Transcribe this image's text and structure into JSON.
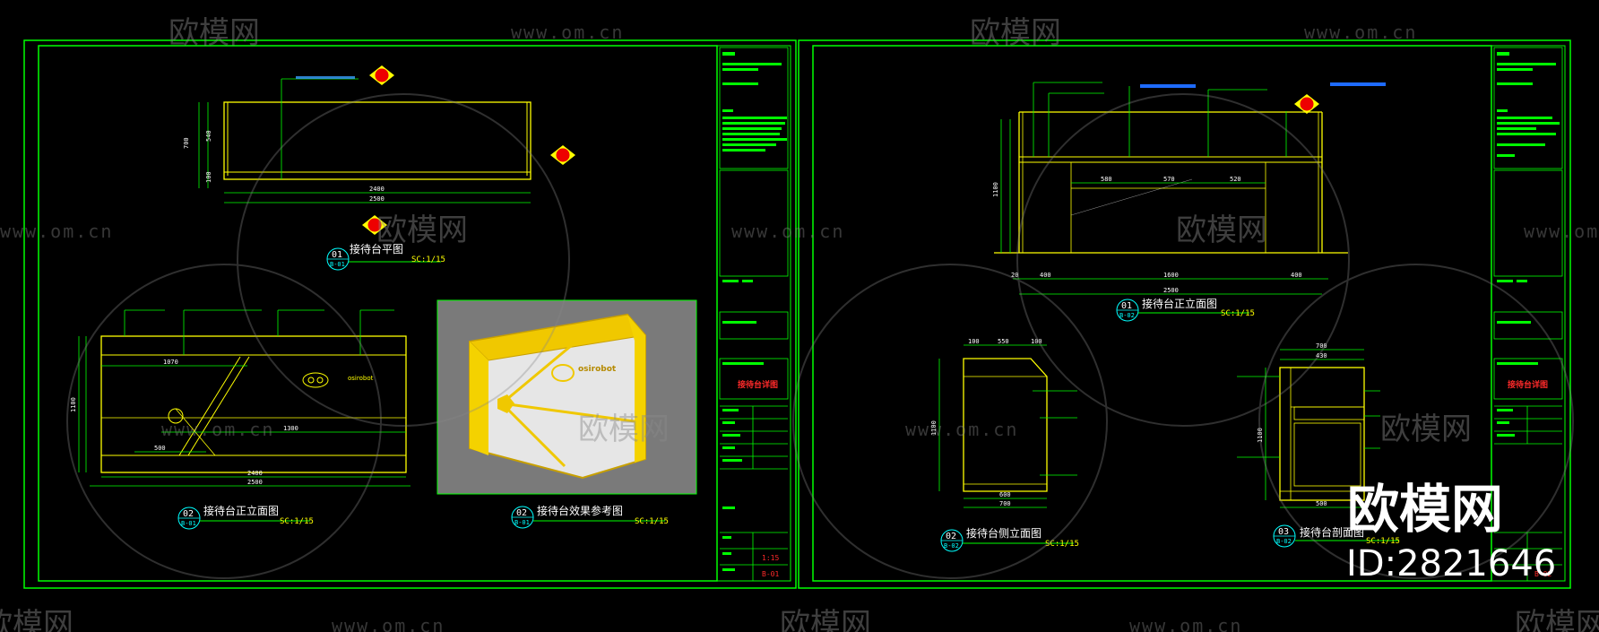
{
  "left_sheet": {
    "plan": {
      "title": "接待台平图",
      "number": "01",
      "ref": "B-01",
      "scale": "SC:1/15",
      "dims": {
        "d700": "700",
        "d540": "540",
        "d100": "100",
        "d2400": "2400",
        "d2500": "2500"
      }
    },
    "front_elevation": {
      "title": "接待台正立面图",
      "number": "02",
      "ref": "B-01",
      "scale": "SC:1/15",
      "dims": {
        "d1070": "1070",
        "d1300": "1300",
        "d500": "500",
        "d2400": "2400",
        "d2500": "2500",
        "d1100": "1100"
      }
    },
    "render": {
      "title": "接待台效果参考图",
      "number": "02",
      "ref": "B-01",
      "scale": "SC:1/15",
      "brand_text": "osirobot"
    },
    "title_block": {
      "drawing_name": "接待台详图",
      "scale_value": "1:15",
      "sheet_no": "B-01"
    }
  },
  "right_sheet": {
    "front_elevation": {
      "title": "接待台正立面图",
      "number": "01",
      "ref": "B-02",
      "scale": "SC:1/15",
      "dims": {
        "d400a": "400",
        "d1600": "1600",
        "d400b": "400",
        "d2500": "2500",
        "d580": "580",
        "d570": "570",
        "d520": "520",
        "d1100": "1100",
        "d20": "20"
      }
    },
    "side_elevation": {
      "title": "接待台侧立面图",
      "number": "02",
      "ref": "B-02",
      "scale": "SC:1/15",
      "dims": {
        "d100a": "100",
        "d550": "550",
        "d100b": "100",
        "d600": "600",
        "d700": "700",
        "d1100": "1100"
      }
    },
    "section": {
      "title": "接待台剖面图",
      "number": "03",
      "ref": "B-02",
      "scale": "SC:1/15",
      "dims": {
        "d700": "700",
        "d430": "430",
        "d500": "500",
        "d1100": "1100"
      }
    },
    "title_block": {
      "drawing_name": "接待台详图",
      "sheet_no": "B-02"
    }
  },
  "watermark": {
    "brand_cn": "欧模网",
    "url": "www.om.cn",
    "corner_brand": "欧模网",
    "corner_id": "ID:2821646"
  },
  "colors": {
    "background": "#000000",
    "frame": "#00ff00",
    "object_line": "#ffff00",
    "leader": "#00ff00",
    "highlight_bar": "#1e6bff",
    "title_red": "#ff2a2a"
  }
}
